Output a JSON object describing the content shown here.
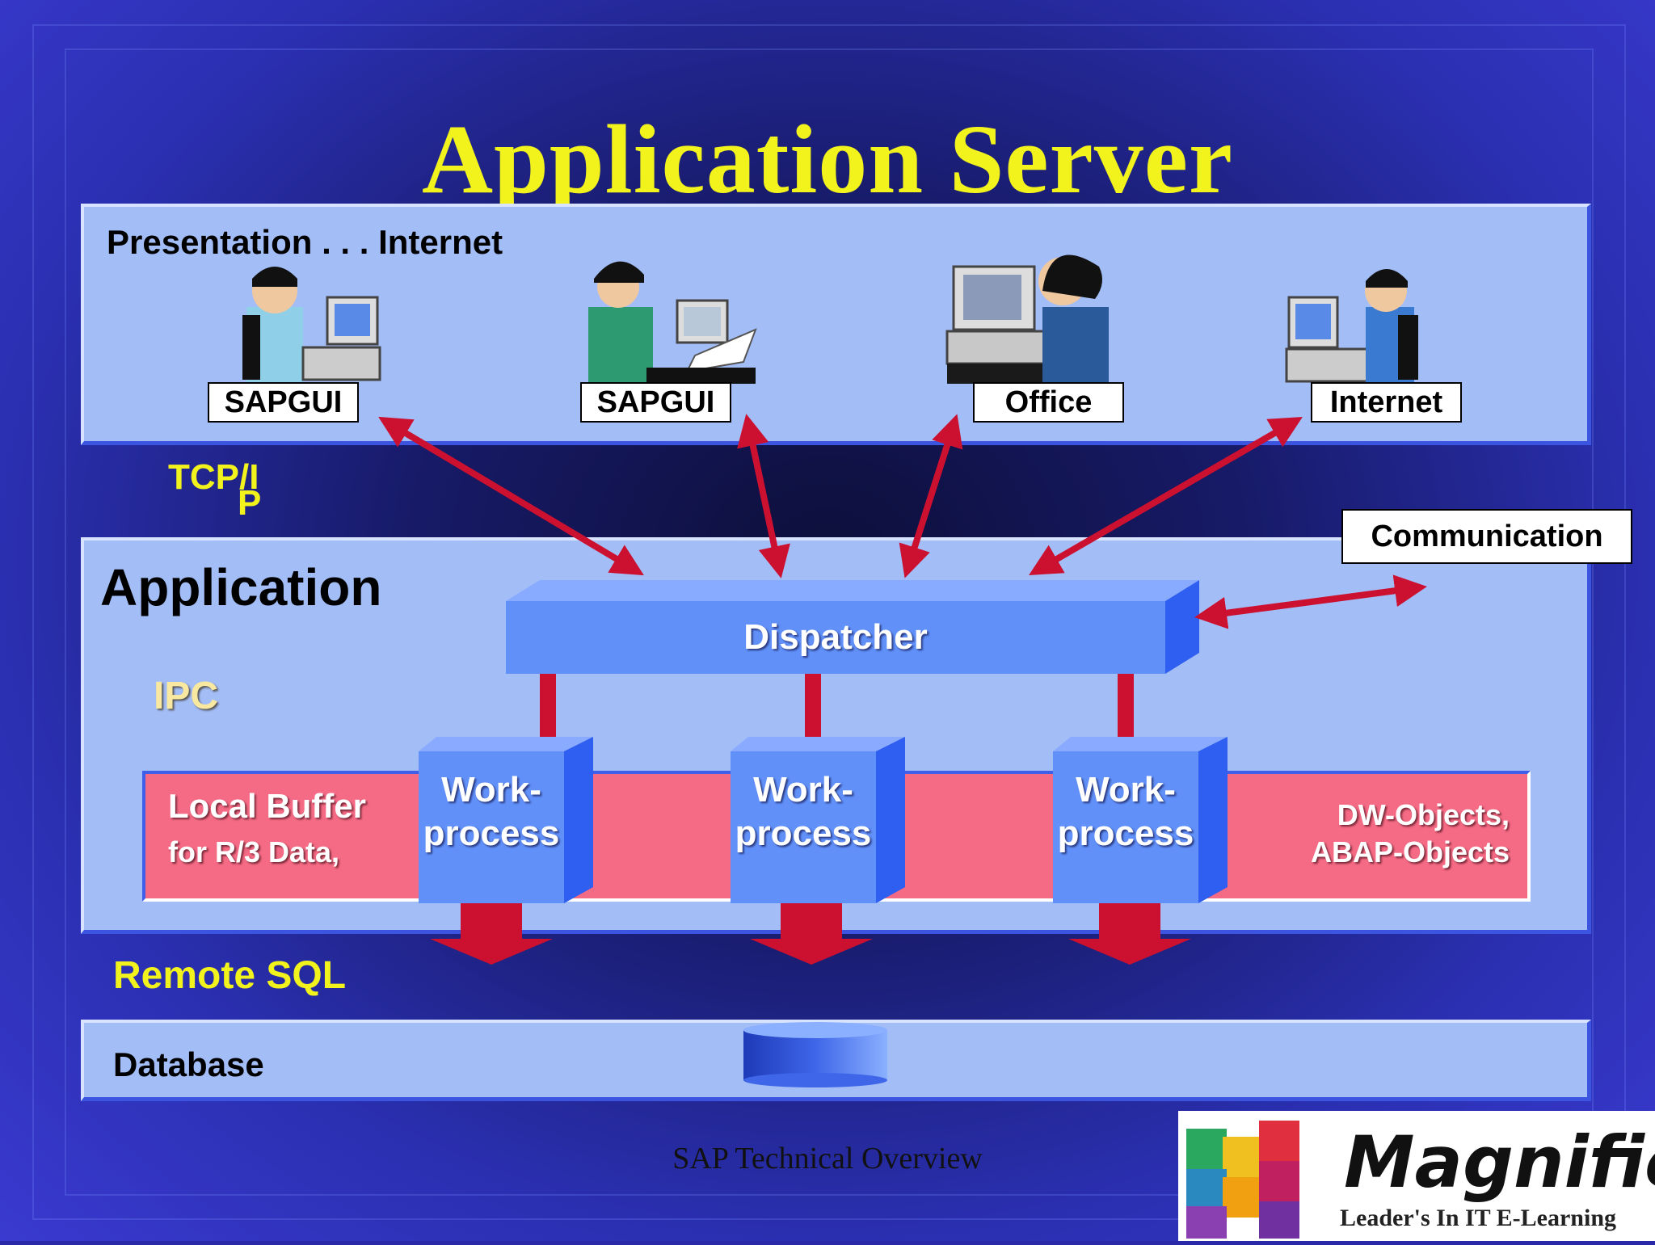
{
  "title": "Application Server",
  "presentation": {
    "heading": "Presentation . . . Internet",
    "clients": [
      {
        "label": "SAPGUI",
        "icon": "user-at-computer-icon"
      },
      {
        "label": "SAPGUI",
        "icon": "user-with-document-icon"
      },
      {
        "label": "Office",
        "icon": "office-worker-icon"
      },
      {
        "label": "Internet",
        "icon": "internet-user-icon"
      }
    ]
  },
  "protocols": {
    "tcpip_main": "TCP/I",
    "tcpip_sub": "P",
    "ipc": "IPC",
    "remote_sql": "Remote SQL"
  },
  "communication": "Communication",
  "application": {
    "heading": "Application",
    "dispatcher": "Dispatcher",
    "workprocess_line1": "Work-",
    "workprocess_line2": "process",
    "buffer_title": "Local Buffer",
    "buffer_sub": "for R/3 Data,",
    "objects_line1": "DW-Objects,",
    "objects_line2": "ABAP-Objects"
  },
  "database": {
    "heading": "Database"
  },
  "footer": "SAP Technical Overview",
  "logo": {
    "name": "Magnific",
    "tagline": "Leader's In IT E-Learning"
  },
  "colors": {
    "title": "#f2f21c",
    "panel": "#a3bdf6",
    "arrow": "#cc1030",
    "dispatcher": "#6090f8",
    "buffer": "#f56a84"
  }
}
